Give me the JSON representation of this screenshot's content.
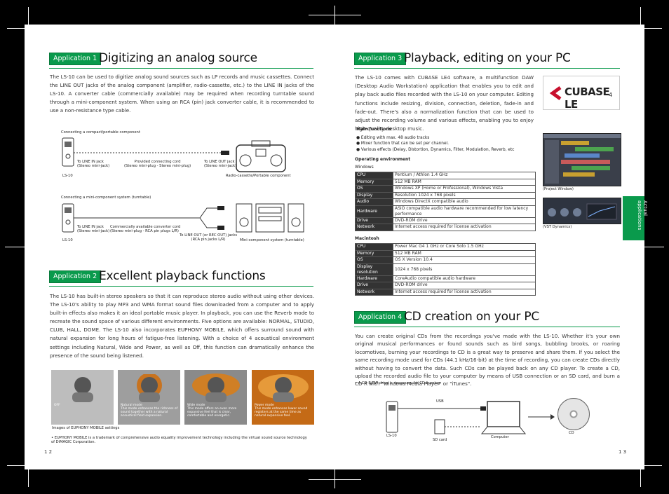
{
  "left": {
    "page_number": "1 2",
    "app1": {
      "tag": "Application 1",
      "title": "Digitizing an analog source",
      "body": "The LS-10 can be used to digitize analog sound sources such as LP records and music cassettes. Connect the LINE OUT jacks of the analog component (amplifier, radio-cassette, etc.) to the LINE IN jacks of the LS-10. A converter cable (commercially available) may be required when recording turntable sound through a mini-component system. When using an RCA (pin) jack converter cable, it is recommended to use a non-resistance type cable.",
      "diagram1": {
        "caption": "Connecting a compact/portable component",
        "line_in": "To LINE IN jack\n(Stereo mini-jack)",
        "cord": "Provided connecting cord\n(Stereo mini-plug - Stereo mini-plug)",
        "line_out": "To LINE OUT jack\n(Stereo mini-jack)",
        "device": "LS-10",
        "component": "Radio-cassette/Portable component"
      },
      "diagram2": {
        "caption": "Connecting a mini-component system (turntable)",
        "line_in": "To LINE IN jack\n(Stereo mini-jack)",
        "cable": "Commercially available converter cord\n(Stereo mini-plug - RCA pin plugs L/R)",
        "line_out": "To LINE OUT (or REC OUT) jacks\n(RCA pin jacks L/R)",
        "device": "LS-10",
        "component": "Mini-component system (turntable)"
      }
    },
    "app2": {
      "tag": "Application 2",
      "title": "Excellent playback functions",
      "body": "The LS-10 has built-in stereo speakers so that it can reproduce stereo audio without using other devices. The LS-10's ability to play MP3 and WMA format sound files downloaded from a computer and to apply built-in effects also makes it an ideal portable music player. In playback, you can use the Reverb mode to recreate the sound space of various different environments. Five options are available: NORMAL, STUDIO, CLUB, HALL, DOME. The LS-10 also incorporates EUPHONY MOBILE, which offers surround sound with natural expansion for long hours of fatigue-free listening. With a choice of 4 acoustical environment settings including Natural, Wide and Power, as well as Off, this function can dramatically enhance the presence of the sound being listened.",
      "modes": [
        {
          "text": "OFF"
        },
        {
          "text": "Natural mode\nThis mode enhances the richness of sound together with a natural acoustical field expansion."
        },
        {
          "text": "Wide mode\nThis mode offers an even more expansive feel that is clear, comfortable and energetic."
        },
        {
          "text": "Power mode\nThis mode enhances lower sound registers at the same time as natural expansive feel."
        }
      ],
      "images_caption": "Images of EUPHONY MOBILE settings",
      "footnote": "• EUPHONY MOBILE is a trademark of comprehensive audio equality improvement technology including the virtual sound source technology of DiMAGIC Corporation."
    }
  },
  "right": {
    "page_number": "1 3",
    "side_tab": "Actual\napplications",
    "app3": {
      "tag": "Application 3",
      "title": "Playback, editing on your PC",
      "body": "The LS-10 comes with CUBASE LE4 software, a multifunction DAW (Desktop Audio Workstation) application that enables you to edit and play back audio files recorded with the LS-10 on your computer. Editing functions include resizing, division, connection, deletion, fade-in and fade-out. There's also a normalization function that can be used to adjust the recording volume and various effects, enabling you to enjoy high-quality desktop music.",
      "logo_text": "CUBASE LE",
      "logo_sub": "4",
      "main_functions_title": "Main functions",
      "main_functions": [
        "Editing with max. 48 audio tracks",
        "Mixer function that can be set per channel.",
        "Various effects (Delay, Distortion, Dynamics, Filter, Modulation, Reverb, etc"
      ],
      "project_caption": "(Project Window)",
      "vst_caption": "(VST Dynamics)",
      "op_env_title": "Operating environment",
      "windows_title": "Windows",
      "windows": [
        [
          "CPU",
          "Pentium / Athlon 1.4 GHz"
        ],
        [
          "Memory",
          "512 MB RAM"
        ],
        [
          "OS",
          "Windows XP (Home or Professional), Windows Vista"
        ],
        [
          "Display",
          "Resolution 1024 x 768 pixels"
        ],
        [
          "Audio",
          "Windows DirectX compatible audio"
        ],
        [
          "Hardware",
          "ASIO compatible audio hardware recommended for low latency performance"
        ],
        [
          "Drive",
          "DVD-ROM drive"
        ],
        [
          "Network",
          "Internet access required for license activation"
        ]
      ],
      "mac_title": "Macintosh",
      "mac": [
        [
          "CPU",
          "Power Mac G4 1 GHz or Core Solo 1.5 GHz"
        ],
        [
          "Memory",
          "512 MB RAM"
        ],
        [
          "OS",
          "OS X Version 10.4"
        ],
        [
          "Display resolution",
          "1024 x 768 pixels"
        ],
        [
          "Hardware",
          "CoreAudio compatible audio hardware"
        ],
        [
          "Drive",
          "DVD-ROM drive"
        ],
        [
          "Network",
          "Internet access required for license activation"
        ]
      ]
    },
    "app4": {
      "tag": "Application 4",
      "title": "CD creation on your PC",
      "body": "You can create original CDs from the recordings you've made with the LS-10. Whether it's your own original musical performances or found sounds such as bird songs, bubbling brooks, or roaring locomotives, burning your recordings to CD is a great way to preserve and share them. If you select the same recording mode used for CDs (44.1 kHz/16-bit) at the time of recording, you can create CDs directly without having to convert the data. Such CDs can be played back on any CD player. To create a CD, upload the recorded audio file to your computer by means of USB connection or an SD card, and burn a CD-R with \"Windows Media Player\" or \"iTunes\".",
      "note": "• A CD-R/RW drive is necessary for CD burning.",
      "usb": "USB",
      "device": "LS-10",
      "sd": "SD card",
      "computer": "Computer",
      "cd": "CD"
    }
  },
  "colors": {
    "accent": "#0a9a4c",
    "frame": "#000000",
    "table_key_bg": "#333333"
  }
}
